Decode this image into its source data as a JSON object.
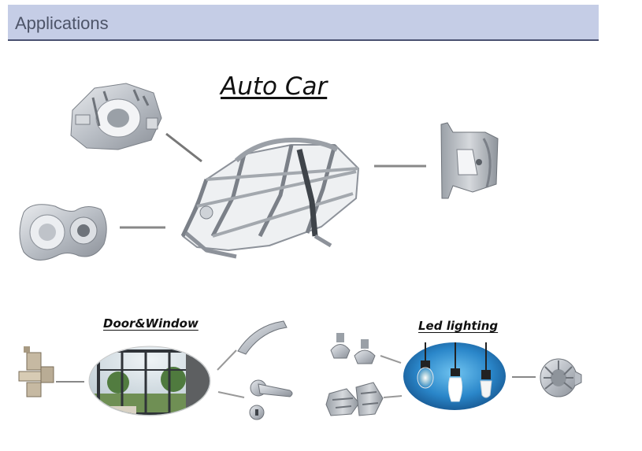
{
  "header": {
    "title": "Applications"
  },
  "sections": {
    "auto": {
      "caption": "Auto Car"
    },
    "door_window": {
      "caption": "Door&Window"
    },
    "led": {
      "caption": "Led lighting"
    }
  },
  "colors": {
    "header_bg": "#c5cde6",
    "header_border": "#4a5170",
    "header_text": "#4d5468",
    "metal": "#c9cdd2",
    "metal_dark": "#7b8088",
    "led_bg": "#1f6fb0"
  },
  "icons": [
    "die-cast-bracket-icon",
    "die-cast-housing-icon",
    "car-frame-icon",
    "mount-part-icon",
    "hinge-icon",
    "window-scene-icon",
    "door-handle-icon",
    "lever-handle-icon",
    "lock-plate-icon",
    "lamp-cup-icon",
    "bevel-gear-icon",
    "led-bulb-icon",
    "heat-sink-icon"
  ]
}
